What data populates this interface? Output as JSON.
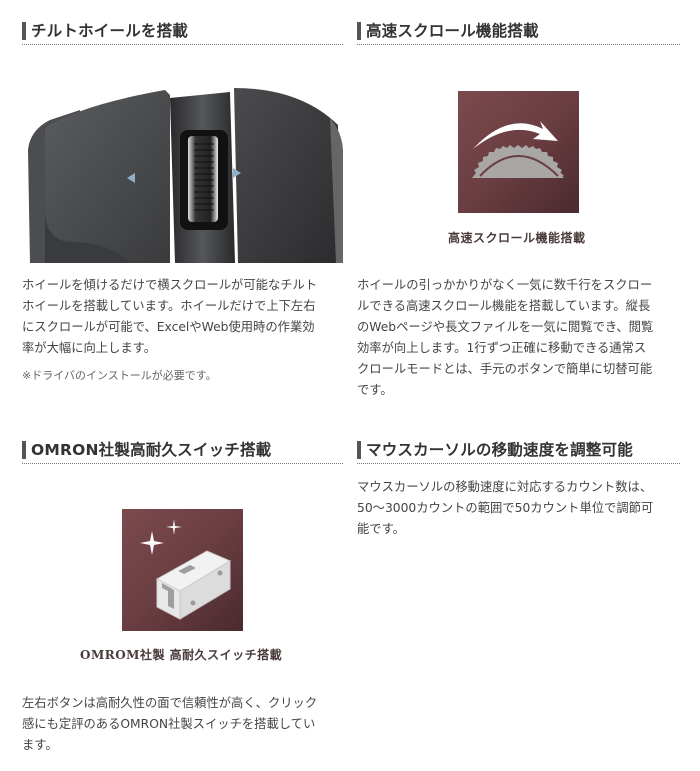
{
  "sections": [
    {
      "id": "tilt-wheel",
      "title": "チルトホイールを搭載",
      "image": {
        "type": "photo",
        "description": "mouse-tilt-wheel-closeup"
      },
      "body_lines": [
        "ホイールを傾けるだけで横スクロールが可能なチルト",
        "ホイールを搭載しています。ホイールだけで上下左右",
        "にスクロールが可能で、ExcelやWeb使用時の作業効",
        "率が大幅に向上します。"
      ],
      "note": "※ドライバのインストールが必要です。"
    },
    {
      "id": "fast-scroll",
      "title": "高速スクロール機能搭載",
      "image": {
        "type": "icon",
        "icon": "fast-scroll-wheel-icon",
        "caption": "高速スクロール機能搭載"
      },
      "body_lines": [
        "ホイールの引っかかりがなく一気に数千行をスクロー",
        "ルできる高速スクロール機能を搭載しています。縦長",
        "のWebページや長文ファイルを一気に閲覧でき、閲覧",
        "効率が向上します。1行ずつ正確に移動できる通常ス",
        "クロールモードとは、手元のボタンで簡単に切替可能",
        "です。"
      ]
    },
    {
      "id": "omron-switch",
      "title": "OMRON社製高耐久スイッチ搭載",
      "image": {
        "type": "icon",
        "icon": "sparkling-switch-icon",
        "caption": "OMROM社製 高耐久スイッチ搭載"
      },
      "body_lines": [
        "左右ボタンは高耐久性の面で信頼性が高く、クリック",
        "感にも定評のあるOMRON社製スイッチを搭載してい",
        "ます。"
      ]
    },
    {
      "id": "cursor-speed",
      "title": "マウスカーソルの移動速度を調整可能",
      "body_lines": [
        "マウスカーソルの移動速度に対応するカウント数は、",
        "50〜3000カウントの範囲で50カウント単位で調節可",
        "能です。"
      ]
    }
  ],
  "colors": {
    "heading_bar": "#555555",
    "icon_bg": "#6a3e42",
    "text": "#444444"
  }
}
